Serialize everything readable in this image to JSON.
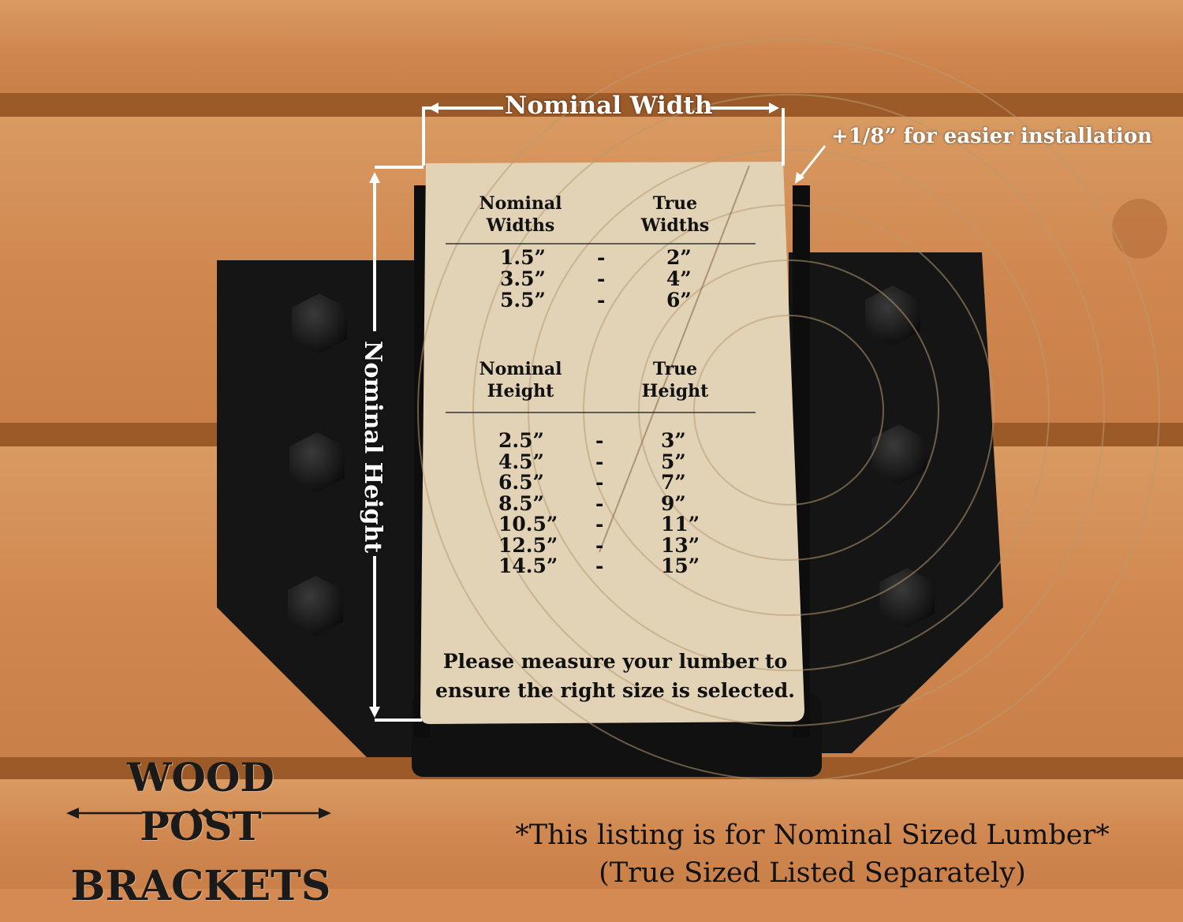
{
  "dimensions": {
    "width_label": "Nominal Width",
    "height_label": "Nominal Height",
    "tolerance_note": "+1/8” for easier installation"
  },
  "widths_table": {
    "header_nominal": [
      "Nominal",
      "Widths"
    ],
    "header_true": [
      "True",
      "Widths"
    ],
    "rows": [
      {
        "nominal": "1.5”",
        "sep": "-",
        "true": "2”"
      },
      {
        "nominal": "3.5”",
        "sep": "-",
        "true": "4”"
      },
      {
        "nominal": "5.5”",
        "sep": "-",
        "true": "6”"
      }
    ]
  },
  "heights_table": {
    "header_nominal": [
      "Nominal",
      "Height"
    ],
    "header_true": [
      "True",
      "Height"
    ],
    "rows": [
      {
        "nominal": "2.5”",
        "sep": "-",
        "true": "3”"
      },
      {
        "nominal": "4.5”",
        "sep": "-",
        "true": "5”"
      },
      {
        "nominal": "6.5”",
        "sep": "-",
        "true": "7”"
      },
      {
        "nominal": "8.5”",
        "sep": "-",
        "true": "9”"
      },
      {
        "nominal": "10.5”",
        "sep": "-",
        "true": "11”"
      },
      {
        "nominal": "12.5”",
        "sep": "-",
        "true": "13”"
      },
      {
        "nominal": "14.5”",
        "sep": "-",
        "true": "15”"
      }
    ]
  },
  "measure_note": [
    "Please measure your lumber to",
    "ensure the right size is selected."
  ],
  "logo": {
    "line1": "WOOD POST",
    "line2": "BRACKETS"
  },
  "listing_note": [
    "*This listing is for Nominal Sized Lumber*",
    "(True Sized Listed Separately)"
  ],
  "colors": {
    "wood_bg": "#d48a52",
    "bracket": "#151515",
    "lumber": "#e2d2b6"
  }
}
